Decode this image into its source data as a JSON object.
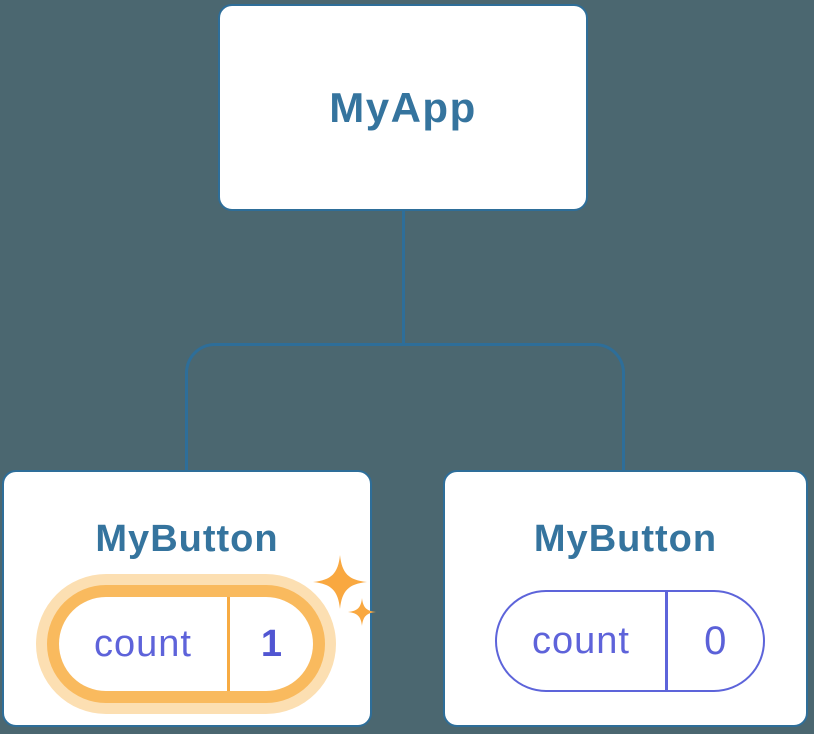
{
  "diagram": {
    "type": "component-tree",
    "root": {
      "label": "MyApp"
    },
    "children": [
      {
        "label": "MyButton",
        "state": {
          "key": "count",
          "value": "1"
        },
        "highlighted": true,
        "badge_icon": "sparkles"
      },
      {
        "label": "MyButton",
        "state": {
          "key": "count",
          "value": "0"
        },
        "highlighted": false
      }
    ]
  },
  "colors": {
    "background": "#4b6770",
    "node_border_blue": "#2e6e99",
    "node_title_blue": "#35749e",
    "state_indigo": "#5e63da",
    "highlight_orange": "#f9ba5e",
    "highlight_orange_pale": "#fcdfb2",
    "sparkle_orange": "#f9a840"
  }
}
